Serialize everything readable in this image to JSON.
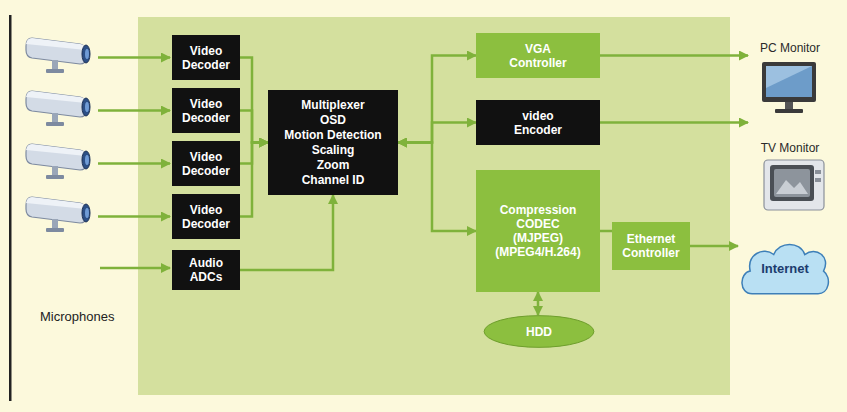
{
  "diagram": {
    "nodes": [
      {
        "text": [
          "Video Decoder"
        ]
      },
      {
        "text": [
          "Video Decoder"
        ]
      },
      {
        "text": [
          "Video Decoder"
        ]
      },
      {
        "text": [
          "Video Decoder"
        ]
      },
      {
        "text": [
          "Audio ADCs"
        ]
      },
      {
        "text": [
          "Multiplexer",
          "OSD",
          "Motion Detection",
          "Scaling",
          "Zoom",
          "Channel ID"
        ]
      },
      {
        "text": [
          "VGA Controller"
        ]
      },
      {
        "text": [
          "video Encoder"
        ]
      },
      {
        "text": [
          "Compression CODEC",
          "(MJPEG)",
          "(MPEG4/H.264)"
        ]
      },
      {
        "text": [
          "Ethernet Controller"
        ]
      },
      {
        "text": [
          "HDD"
        ]
      },
      {
        "text": [
          "PC Monitor"
        ]
      },
      {
        "text": [
          "TV Monitor"
        ]
      },
      {
        "text": [
          "Internet"
        ]
      }
    ],
    "edges": [
      {
        "from": 0,
        "to": 5,
        "arrow": "to"
      },
      {
        "from": 1,
        "to": 5,
        "arrow": "to"
      },
      {
        "from": 2,
        "to": 5,
        "arrow": "to"
      },
      {
        "from": 3,
        "to": 5,
        "arrow": "to"
      },
      {
        "from": 4,
        "to": 5,
        "arrow": "to"
      },
      {
        "from": 5,
        "to": 6,
        "arrow": "both"
      },
      {
        "from": 5,
        "to": 7,
        "arrow": "both"
      },
      {
        "from": 5,
        "to": 8,
        "arrow": "both"
      },
      {
        "from": 6,
        "to": 11,
        "arrow": "to"
      },
      {
        "from": 7,
        "to": 12,
        "arrow": "to"
      },
      {
        "from": 8,
        "to": 9,
        "arrow": "none"
      },
      {
        "from": 9,
        "to": 13,
        "arrow": "to"
      },
      {
        "from": 8,
        "to": 10,
        "arrow": "both"
      }
    ],
    "labels": [
      "Microphones"
    ]
  }
}
